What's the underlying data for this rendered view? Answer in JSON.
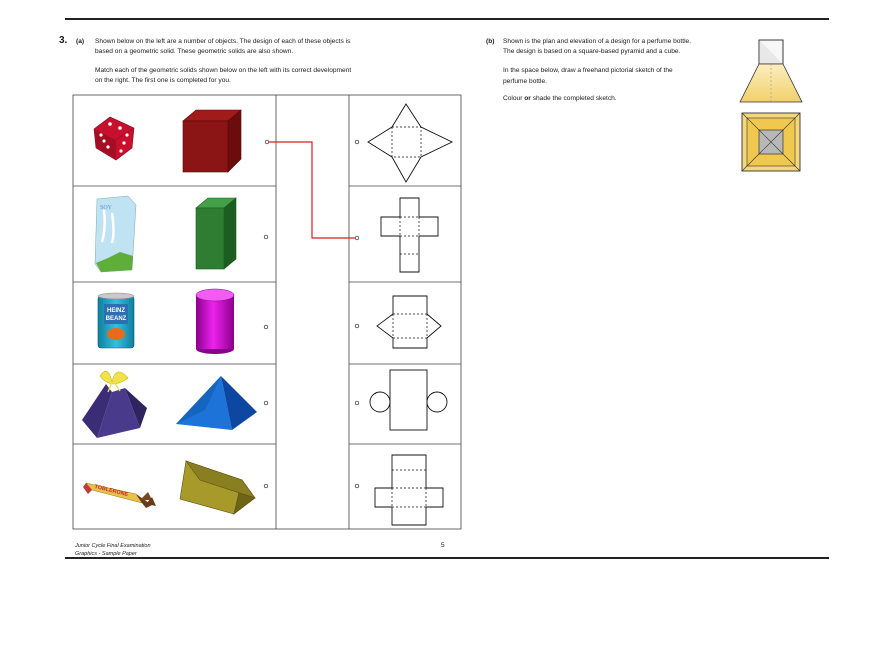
{
  "question": {
    "number": "3.",
    "part_a": {
      "label": "(a)",
      "text_line1": "Shown below on the left are a number of objects.  The design of each of these objects is",
      "text_line2": "based on a geometric solid.  These geometric solids are also shown.",
      "text_line3": "Match each of the geometric solids shown below on the left with its correct development",
      "text_line4": "on the right.  The first one is completed for you."
    },
    "part_b": {
      "label": "(b)",
      "text_line1": "Shown is the plan and elevation of a design for a perfume bottle.",
      "text_line2": "The design is based on a square-based pyramid and a cube.",
      "text_line3": "In the space below, draw a freehand pictorial sketch of the",
      "text_line4": "perfume bottle.",
      "text_line5_a": "Colour ",
      "text_line5_b": "or",
      "text_line5_c": " shade the completed sketch."
    }
  },
  "objects": {
    "soy_label": "SOY",
    "heinz_label_1": "HEINZ",
    "heinz_label_2": "BEANZ",
    "toblerone_label": "TOBLERONE"
  },
  "footer": {
    "line1": "Junior Cycle Final Examination",
    "line2": "Graphics - Sample Paper",
    "page_number": "5"
  },
  "colors": {
    "match_line": "#d42020",
    "dice": "#c8102e",
    "cube": "#8b1414",
    "prism": "#2e7d32",
    "cylinder": "#cc00cc",
    "pyramid": "#1565c0",
    "gift_box": "#4a3a8c",
    "triangular_prism": "#a89a2a",
    "bottle_yellow": "#f4d77a"
  }
}
